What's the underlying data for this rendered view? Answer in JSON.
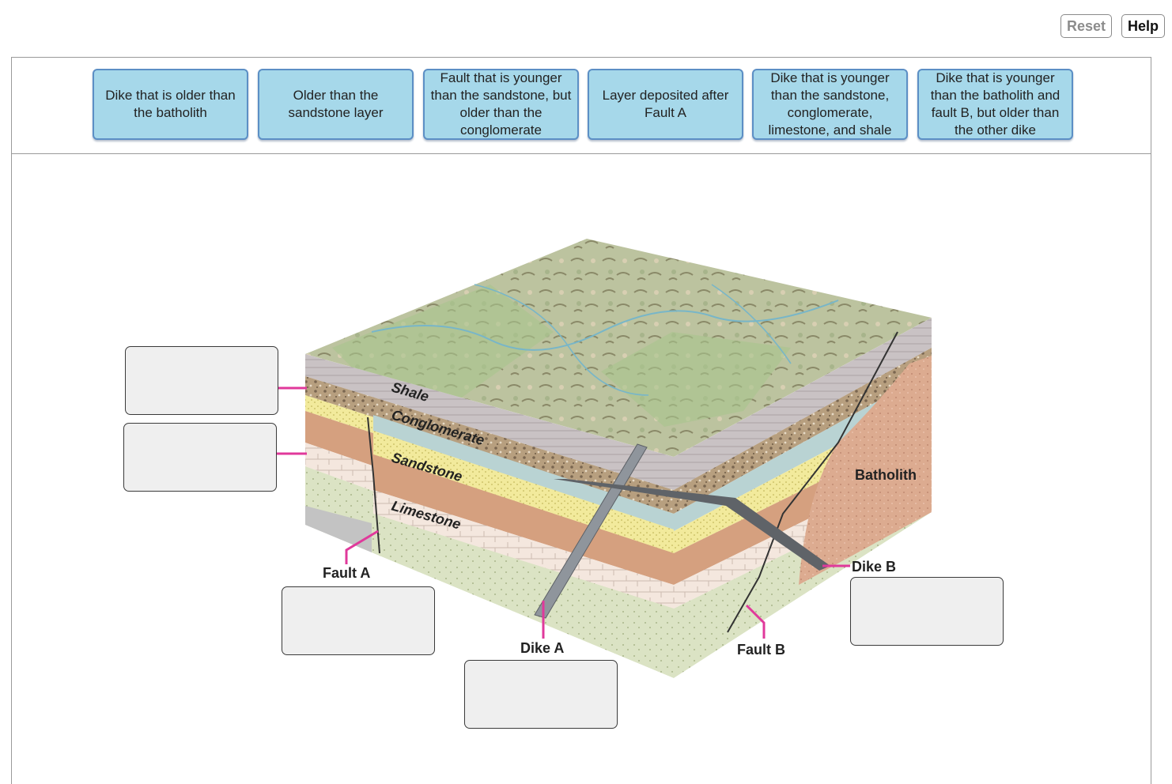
{
  "toolbar": {
    "reset_label": "Reset",
    "help_label": "Help"
  },
  "label_bank": [
    "Dike that is older than the batholith",
    "Older than the sandstone layer",
    "Fault that is younger than the sandstone, but older than the conglomerate",
    "Layer deposited after Fault A",
    "Dike that is younger than the sandstone, conglomerate, limestone, and shale",
    "Dike that is younger than the batholith and fault B, but older than the other dike"
  ],
  "diagram": {
    "layer_labels": {
      "shale": "Shale",
      "conglomerate": "Conglomerate",
      "sandstone": "Sandstone",
      "limestone": "Limestone"
    },
    "feature_labels": {
      "batholith": "Batholith",
      "fault_a": "Fault A",
      "fault_b": "Fault B",
      "dike_a": "Dike A",
      "dike_b": "Dike B"
    },
    "leader_color": "#e0399b"
  }
}
